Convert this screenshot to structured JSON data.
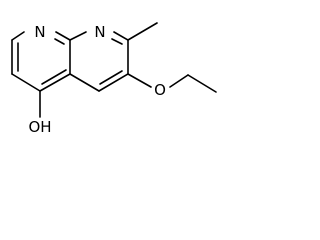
{
  "structure": {
    "atoms": {
      "n1": "N",
      "n8": "N",
      "o_ether": "O",
      "oh": "OH"
    }
  }
}
